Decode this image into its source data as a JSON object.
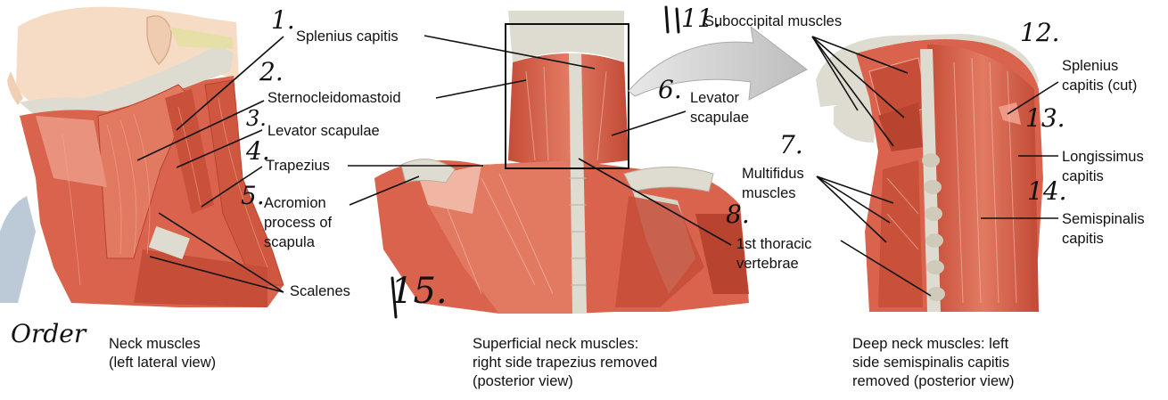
{
  "labels": {
    "splenius_capitis": "Splenius capitis",
    "sternocleidomastoid": "Sternocleidomastoid",
    "levator_scapulae_left": "Levator scapulae",
    "trapezius": "Trapezius",
    "acromion": [
      "Acromion",
      "process of",
      "scapula"
    ],
    "scalenes": "Scalenes",
    "suboccipital": "Suboccipital muscles",
    "levator_scapulae_mid": [
      "Levator",
      "scapulae"
    ],
    "multifidus": [
      "Multifidus",
      "muscles"
    ],
    "thoracic": [
      "1st thoracic",
      "vertebrae"
    ],
    "splenius_cut": [
      "Splenius",
      "capitis (cut)"
    ],
    "longissimus": [
      "Longissimus",
      "capitis"
    ],
    "semispinalis": [
      "Semispinalis",
      "capitis"
    ]
  },
  "captions": {
    "lateral": [
      "Neck muscles",
      "(left lateral view)"
    ],
    "superficial": [
      "Superficial neck muscles:",
      "right side trapezius removed",
      "(posterior view)"
    ],
    "deep": [
      "Deep neck muscles: left",
      "side semispinalis capitis",
      "removed (posterior view)"
    ]
  },
  "handwriting": {
    "n1": "1.",
    "n2": "2.",
    "n3": "3.",
    "n4": "4.",
    "n5": "5.",
    "n6": "6.",
    "n7": "7.",
    "n8": "8.",
    "n11": "11.",
    "n12": "12.",
    "n13": "13.",
    "n14": "14.",
    "n15": "15.",
    "order": "Order"
  },
  "colors": {
    "muscle": "#d9634c",
    "muscle_dark": "#b8432f",
    "muscle_light": "#ec9a86",
    "bone": "#dedbd0",
    "skin": "#f6dcc4",
    "leader": "#111111"
  }
}
